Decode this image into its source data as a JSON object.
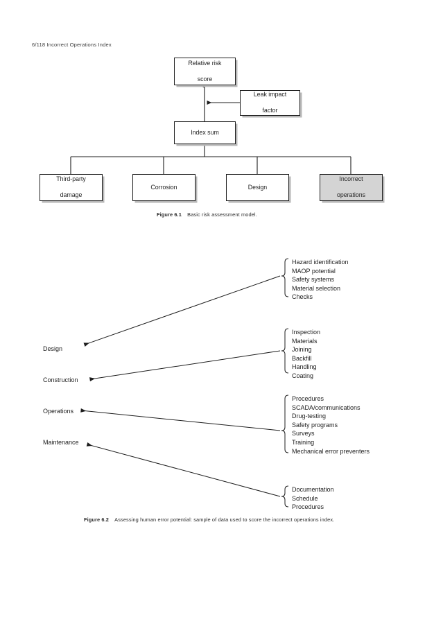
{
  "page": {
    "running_head": "6/118 Incorrect Operations Index"
  },
  "figure1": {
    "caption_label": "Figure 6.1",
    "caption_text": "Basic risk assessment model.",
    "nodes": {
      "relative_risk": "Relative risk score",
      "relative_risk_line1": "Relative risk",
      "relative_risk_line2": "score",
      "leak_impact_line1": "Leak impact",
      "leak_impact_line2": "factor",
      "index_sum": "Index sum",
      "third_party_line1": "Third-party",
      "third_party_line2": "damage",
      "corrosion": "Corrosion",
      "design": "Design",
      "incorrect_line1": "Incorrect",
      "incorrect_line2": "operations"
    },
    "highlight_color": "#d4d4d4"
  },
  "figure2": {
    "caption_label": "Figure 6.2",
    "caption_text": "Assessing human error potential: sample of data used to score the incorrect operations index.",
    "stages": [
      {
        "label": "Design"
      },
      {
        "label": "Construction"
      },
      {
        "label": "Operations"
      },
      {
        "label": "Maintenance"
      }
    ],
    "groups": [
      {
        "name": "design-items",
        "items": [
          "Hazard identification",
          "MAOP potential",
          "Safety systems",
          "Material selection",
          "Checks"
        ]
      },
      {
        "name": "construction-items",
        "items": [
          "Inspection",
          "Materials",
          "Joining",
          "Backfill",
          "Handling",
          "Coating"
        ]
      },
      {
        "name": "operations-items",
        "items": [
          "Procedures",
          "SCADA/communications",
          "Drug-testing",
          "Safety programs",
          "Surveys",
          "Training",
          "Mechanical error preventers"
        ]
      },
      {
        "name": "maintenance-items",
        "items": [
          "Documentation",
          "Schedule",
          "Procedures"
        ]
      }
    ]
  }
}
